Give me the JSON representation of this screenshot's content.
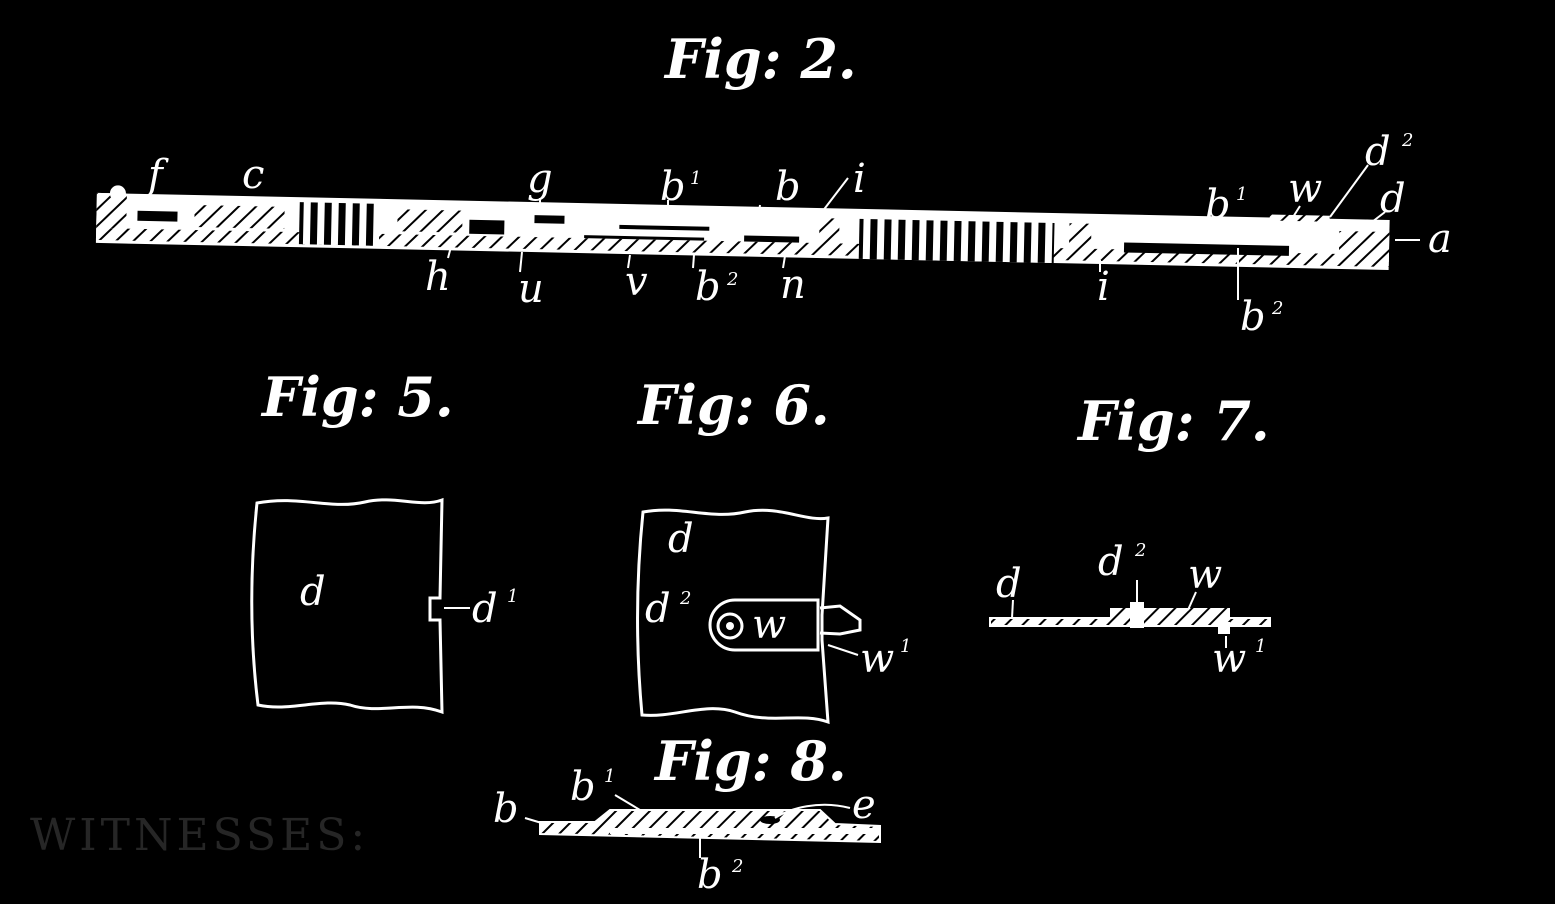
{
  "figures": {
    "fig2": {
      "title": "Fig: 2.",
      "labels": [
        {
          "text": "f"
        },
        {
          "text": "c"
        },
        {
          "text": "g"
        },
        {
          "text": "b",
          "sup": "1"
        },
        {
          "text": "b"
        },
        {
          "text": "i"
        },
        {
          "text": "b",
          "sup": "1"
        },
        {
          "text": "w"
        },
        {
          "text": "d",
          "sup": "2"
        },
        {
          "text": "d"
        },
        {
          "text": "a"
        },
        {
          "text": "h"
        },
        {
          "text": "u"
        },
        {
          "text": "v"
        },
        {
          "text": "b",
          "sup": "2"
        },
        {
          "text": "n"
        },
        {
          "text": "i"
        },
        {
          "text": "b",
          "sup": "2"
        }
      ]
    },
    "fig5": {
      "title": "Fig: 5.",
      "labels": [
        {
          "text": "d"
        },
        {
          "text": "d",
          "sup": "1"
        }
      ]
    },
    "fig6": {
      "title": "Fig: 6.",
      "labels": [
        {
          "text": "d"
        },
        {
          "text": "d",
          "sup": "2"
        },
        {
          "text": "w"
        },
        {
          "text": "w",
          "sup": "1"
        }
      ]
    },
    "fig7": {
      "title": "Fig: 7.",
      "labels": [
        {
          "text": "d"
        },
        {
          "text": "d",
          "sup": "2"
        },
        {
          "text": "w"
        },
        {
          "text": "w",
          "sup": "1"
        }
      ]
    },
    "fig8": {
      "title": "Fig: 8.",
      "labels": [
        {
          "text": "b"
        },
        {
          "text": "b",
          "sup": "1"
        },
        {
          "text": "e"
        },
        {
          "text": "b",
          "sup": "2"
        }
      ]
    }
  },
  "footer_faint": "WITNESSES:",
  "colors": {
    "background": "#000000",
    "ink": "#ffffff",
    "faint": "#262626"
  }
}
